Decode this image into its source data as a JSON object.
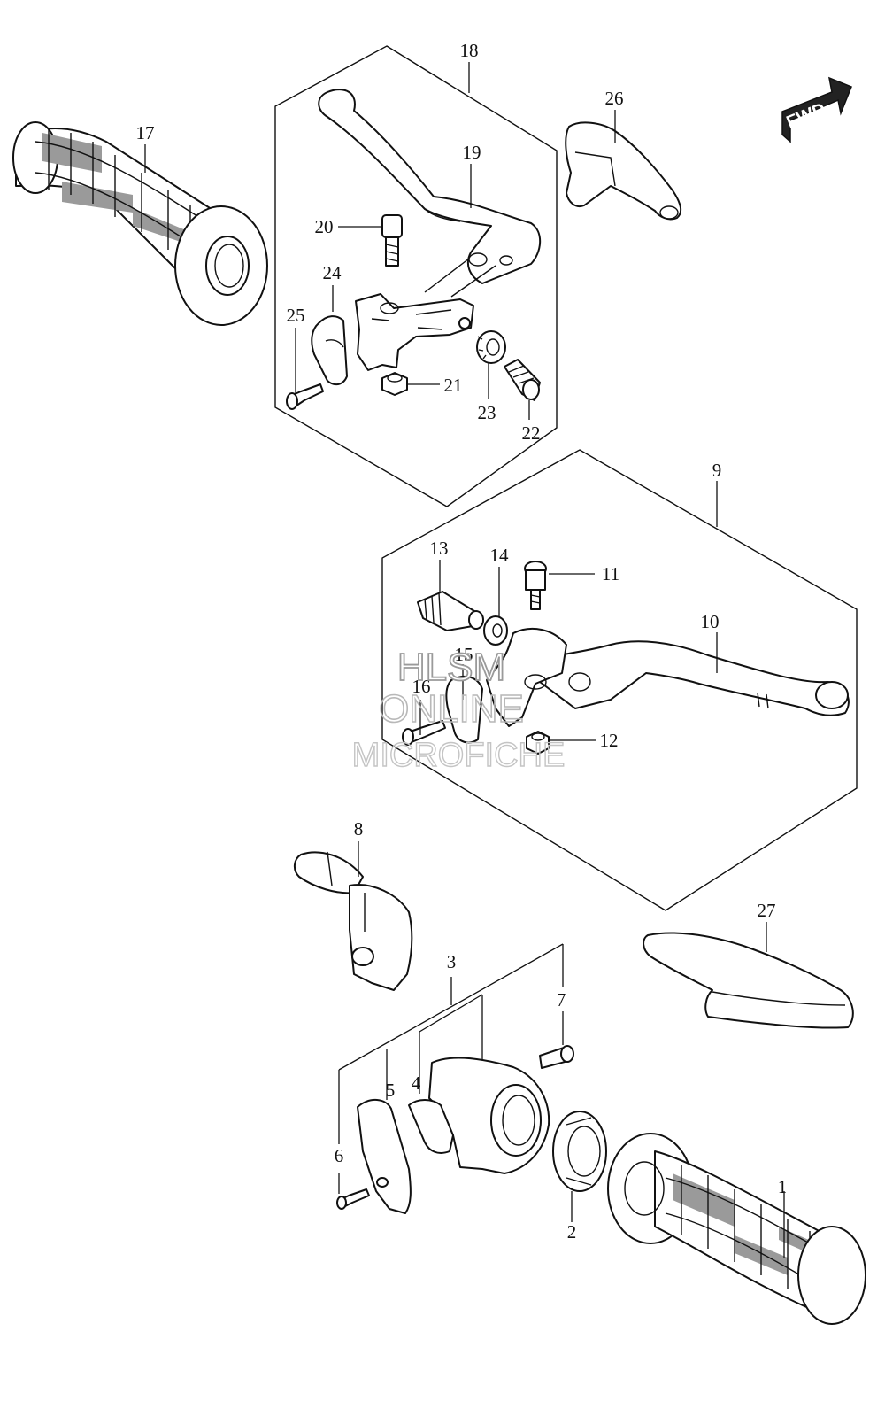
{
  "diagram": {
    "direction_marker": "FWD",
    "callouts": [
      "1",
      "2",
      "3",
      "4",
      "5",
      "6",
      "7",
      "8",
      "9",
      "10",
      "11",
      "12",
      "13",
      "14",
      "15",
      "16",
      "17",
      "18",
      "19",
      "20",
      "21",
      "22",
      "23",
      "24",
      "25",
      "26",
      "27"
    ],
    "watermark": {
      "line1": "HLSM",
      "line2": "ONLINE",
      "line3": "MICROFICHE"
    }
  }
}
